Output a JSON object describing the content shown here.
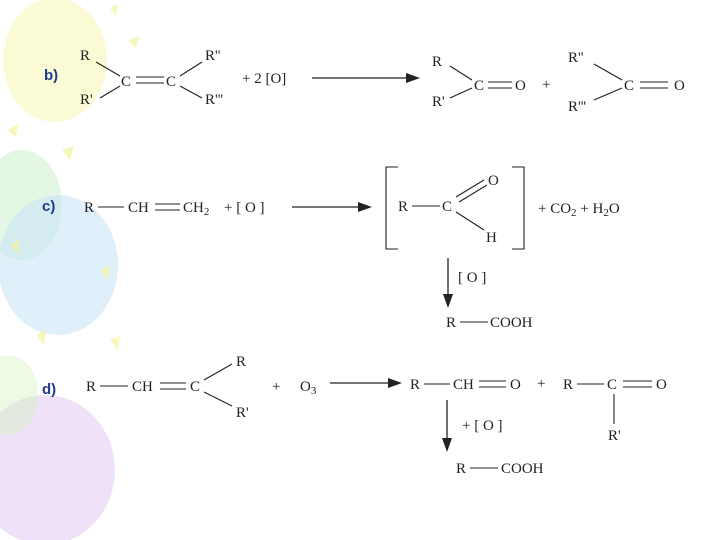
{
  "labels": {
    "b": "b)",
    "c": "c)",
    "d": "d)"
  },
  "reaction_b": {
    "r": "R",
    "r1": "R'",
    "c1": "C",
    "c2": "C",
    "r2": "R''",
    "r3": "R'''",
    "reagent": "+ 2 [O]",
    "p_r": "R",
    "p_r1": "R'",
    "p_c1": "C",
    "p_o1": "O",
    "plus": "+",
    "p_r2": "R''",
    "p_r3": "R'''",
    "p_c2": "C",
    "p_o2": "O"
  },
  "reaction_c": {
    "r": "R",
    "ch": "CH",
    "ch2": "CH",
    "ch2_sub": "2",
    "reagent": "+  [ O ]",
    "int_r": "R",
    "int_c": "C",
    "int_o": "O",
    "int_h": "H",
    "byproducts_1": "+ CO",
    "byproducts_2": "2",
    "byproducts_3": " + H",
    "byproducts_4": "2",
    "byproducts_5": "O",
    "ox": "[ O ]",
    "prod_r": "R",
    "prod_cooh": "COOH"
  },
  "reaction_d": {
    "r": "R",
    "ch": "CH",
    "c": "C",
    "r_top": "R",
    "r_bot": "R'",
    "reagent_plus": "+",
    "reagent_o": "O",
    "reagent_sub": "3",
    "p1_r": "R",
    "p1_ch": "CH",
    "p1_o": "O",
    "plus": "+",
    "p2_r": "R",
    "p2_c": "C",
    "p2_o": "O",
    "p2_r1": "R'",
    "ox": "+ [ O ]",
    "prod_r": "R",
    "prod_cooh": "COOH"
  }
}
